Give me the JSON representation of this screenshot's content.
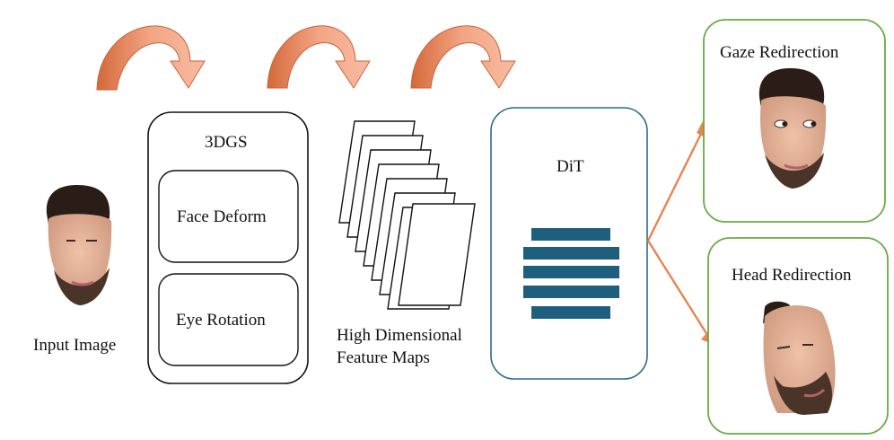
{
  "input": {
    "label": "Input Image"
  },
  "gs3d": {
    "title": "3DGS",
    "modules": [
      "Face Deform",
      "Eye Rotation"
    ]
  },
  "features": {
    "label_line1": "High Dimensional",
    "label_line2": "Feature Maps"
  },
  "dit": {
    "title": "DiT"
  },
  "outputs": [
    {
      "label": "Gaze Redirection"
    },
    {
      "label": "Head Redirection"
    }
  ],
  "colors": {
    "dit_border": "#2f6a86",
    "dit_bars": "#1f5f7e",
    "output_border": "#6aaa44",
    "arrow_orange": "#e8844f",
    "curved_arrow_dark": "#d66a3a",
    "curved_arrow_light": "#f6b59a",
    "skin": "#e2b196",
    "hair": "#2a1d18"
  }
}
